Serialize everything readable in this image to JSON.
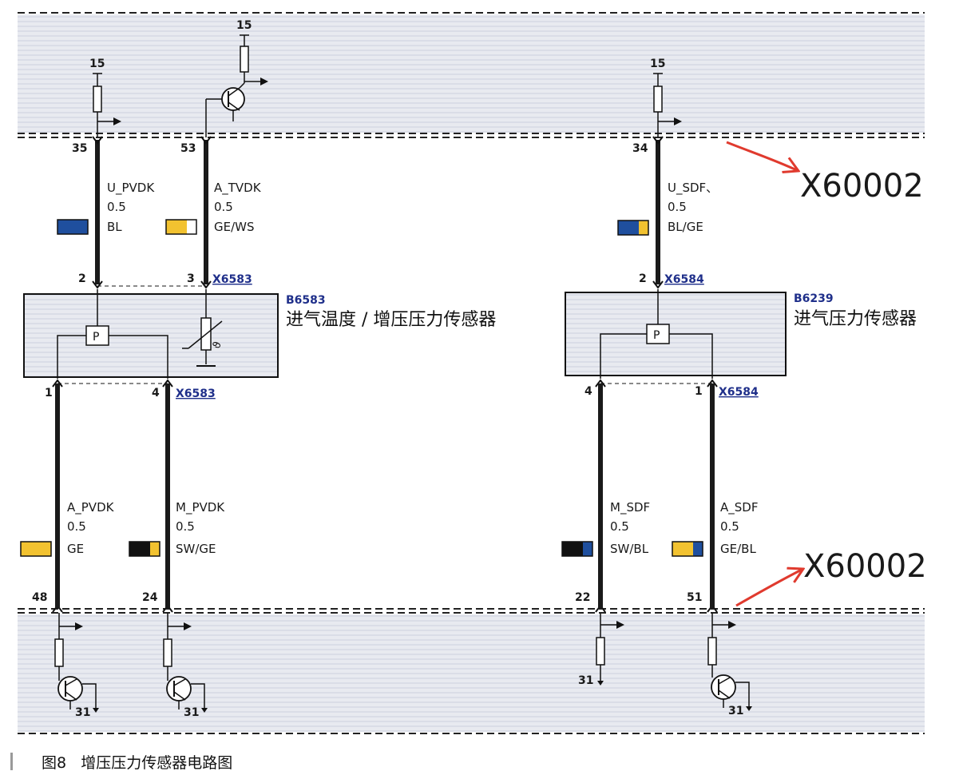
{
  "colors": {
    "band": "#e6e8ef",
    "band_stripe": "#d8dbe6",
    "wire": "#1a1a1a",
    "arrow": "#e03a2e",
    "bl": "#1f4f9e",
    "ge": "#f2c230",
    "ws": "#ffffff",
    "sw": "#111111"
  },
  "icons": [
    "transistor-icon",
    "resistor-icon",
    "pressure-sensor-icon",
    "thermistor-icon",
    "ground-icon",
    "arrow-right-icon"
  ],
  "supply_labels": {
    "top_left_1": "15",
    "top_left_2": "15",
    "top_right": "15"
  },
  "ground_labels": {
    "g1": "31",
    "g2": "31",
    "g3": "31",
    "g4": "31"
  },
  "top_wires": [
    {
      "pin": "35",
      "name": "U_PVDK",
      "size": "0.5",
      "color_code": "BL",
      "colors": [
        "bl"
      ],
      "sensor_pin": "2"
    },
    {
      "pin": "53",
      "name": "A_TVDK",
      "size": "0.5",
      "color_code": "GE/WS",
      "colors": [
        "ge",
        "ws"
      ],
      "sensor_pin": "3"
    },
    {
      "pin": "34",
      "name": "U_SDF、",
      "size": "0.5",
      "color_code": "BL/GE",
      "colors": [
        "bl",
        "ge"
      ],
      "sensor_pin": "2"
    }
  ],
  "bottom_wires": [
    {
      "pin": "48",
      "name": "A_PVDK",
      "size": "0.5",
      "color_code": "GE",
      "colors": [
        "ge"
      ],
      "sensor_pin": "1"
    },
    {
      "pin": "24",
      "name": "M_PVDK",
      "size": "0.5",
      "color_code": "SW/GE",
      "colors": [
        "sw",
        "ge"
      ],
      "sensor_pin": "4"
    },
    {
      "pin": "22",
      "name": "M_SDF",
      "size": "0.5",
      "color_code": "SW/BL",
      "colors": [
        "sw",
        "bl"
      ],
      "sensor_pin": "4"
    },
    {
      "pin": "51",
      "name": "A_SDF",
      "size": "0.5",
      "color_code": "GE/BL",
      "colors": [
        "ge",
        "bl"
      ],
      "sensor_pin": "1"
    }
  ],
  "connectors": {
    "left_top": "X6583",
    "left_bottom": "X6583",
    "right_top": "X6584",
    "right_bottom": "X6584"
  },
  "components": {
    "left": {
      "id": "B6583",
      "name": "进气温度 / 增压压力传感器"
    },
    "right": {
      "id": "B6239",
      "name": "进气压力传感器"
    }
  },
  "pressure_symbol": {
    "left": "P",
    "right": "P"
  },
  "thermistor_symbol": "ϑ",
  "annotations": {
    "top": "X60002",
    "bottom": "X60002"
  },
  "caption": {
    "figure": "图8",
    "title": "增压压力传感器电路图"
  }
}
